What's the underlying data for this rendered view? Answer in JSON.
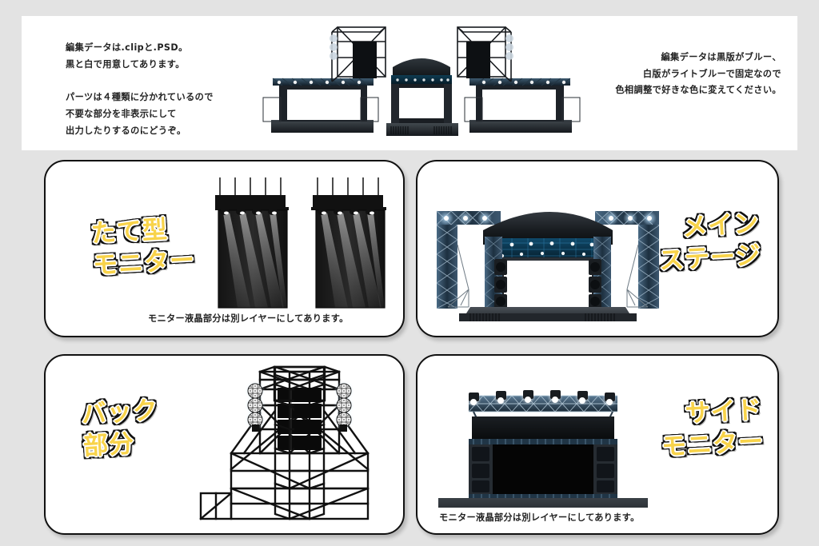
{
  "header": {
    "left_text": "編集データは.clipと.PSD。\n黒と白で用意してあります。\n\nパーツは４種類に分かれているので\n不要な部分を非表示にして\n出力したりするのにどうぞ。",
    "right_text": "編集データは黒版がブルー、\n白版がライトブルーで固定なので\n色相調整で好きな色に変えてください。",
    "artwork_name": "full-stage-assembly-illustration"
  },
  "panels": [
    {
      "id": "vertical-monitor",
      "label": "たて型\nモニター",
      "caption": "モニター液晶部分は別レイヤーにしてあります。",
      "artwork_name": "vertical-monitor-illustration"
    },
    {
      "id": "main-stage",
      "label": "メイン\nステージ",
      "caption": "",
      "artwork_name": "main-stage-illustration"
    },
    {
      "id": "back-section",
      "label": "バック\n部分",
      "caption": "",
      "artwork_name": "back-scaffold-illustration"
    },
    {
      "id": "side-monitor",
      "label": "サイド\nモニター",
      "caption": "モニター液晶部分は別レイヤーにしてあります。",
      "artwork_name": "side-monitor-illustration"
    }
  ],
  "colors": {
    "page_background": "#e3e3e3",
    "panel_background": "#ffffff",
    "panel_border": "#111111",
    "label_fill": "#f8d34a",
    "label_outline": "#111111",
    "label_inner": "#ffffff",
    "text": "#222222",
    "truss_accent": "#2b4a63",
    "stage_dark": "#1b1f24"
  }
}
